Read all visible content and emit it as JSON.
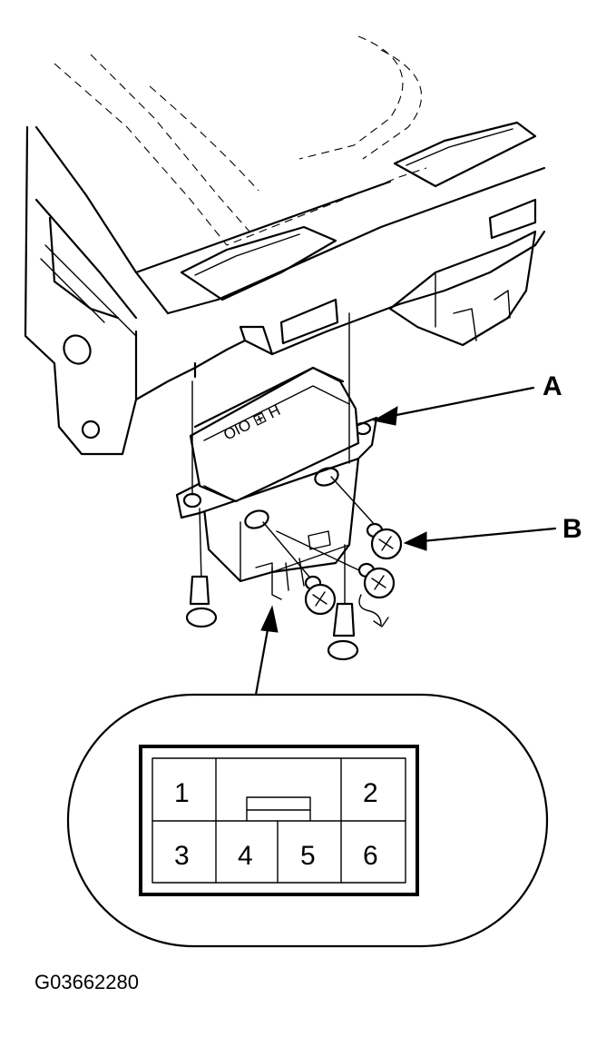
{
  "callouts": {
    "a": "A",
    "b": "B"
  },
  "switch_face_text": "OIO ⊞ H",
  "connector": {
    "terminals": [
      "1",
      "2",
      "3",
      "4",
      "5",
      "6"
    ]
  },
  "figure_code": "G03662280"
}
